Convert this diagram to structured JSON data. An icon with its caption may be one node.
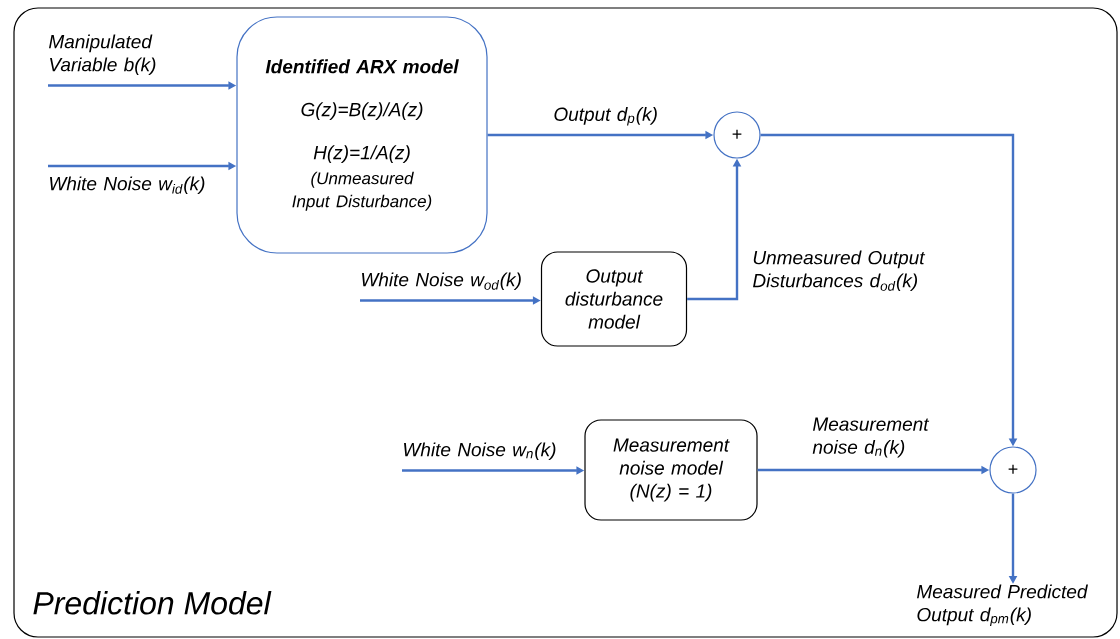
{
  "diagram": {
    "nodes": [
      {
        "text": [
          "Prediction Model"
        ]
      },
      {
        "text": [
          "Manipulated Variable b(k)"
        ],
        "in": 0
      },
      {
        "text": [
          "White Noise w$_{id}$(k)"
        ],
        "in": 0
      },
      {
        "text": [
          "Identified ARX model",
          "G(z)=B(z)/A(z)",
          "H(z)=1/A(z)",
          "(Unmeasured Input Disturbance)"
        ],
        "in": 0
      },
      {
        "text": [
          "+"
        ],
        "in": 0
      },
      {
        "text": [
          "White Noise w$_{od}$(k)"
        ],
        "in": 0
      },
      {
        "text": [
          "Output disturbance model"
        ],
        "in": 0
      },
      {
        "text": [
          "White Noise w$_{n}$(k)"
        ],
        "in": 0
      },
      {
        "text": [
          "Measurement noise model",
          "(N(z) = 1)"
        ],
        "in": 0
      },
      {
        "text": [
          "+"
        ],
        "in": 0
      },
      {
        "text": [
          "Measured Predicted Output d$_{pm}$(k)"
        ],
        "in": 0
      }
    ],
    "edges": [
      {
        "from": 1,
        "to": 3,
        "arrow": "to"
      },
      {
        "from": 2,
        "to": 3,
        "arrow": "to"
      },
      {
        "from": 3,
        "to": 4,
        "arrow": "to",
        "label": "Output d$_{p}$(k)"
      },
      {
        "from": 5,
        "to": 6,
        "arrow": "to"
      },
      {
        "from": 6,
        "to": 4,
        "arrow": "to",
        "label": "Unmeasured Output Disturbances d$_{od}$(k)"
      },
      {
        "from": 4,
        "to": 9,
        "arrow": "to"
      },
      {
        "from": 7,
        "to": 8,
        "arrow": "to"
      },
      {
        "from": 8,
        "to": 9,
        "arrow": "to",
        "label": "Measurement noise d$_{n}$(k)"
      },
      {
        "from": 9,
        "to": 10,
        "arrow": "to"
      }
    ]
  }
}
